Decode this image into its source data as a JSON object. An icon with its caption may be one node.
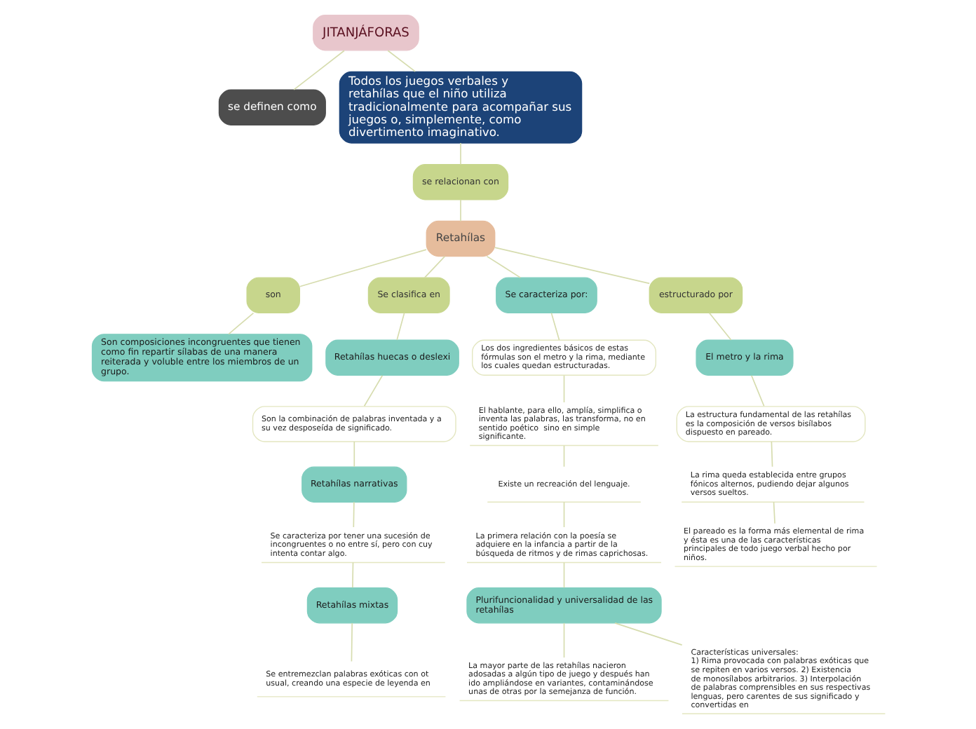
{
  "diagram": {
    "nodes": [
      {
        "text": [
          "se definen como"
        ]
      },
      {
        "text": [
          "Todos los juegos verbales y retahílas que el niño utiliza tradicionalmente para acompañar sus juegos o, simplemente, como divertimento imaginativo."
        ]
      },
      {
        "text": [
          "JITANJÁFORAS"
        ]
      },
      {
        "text": [
          "se relacionan con"
        ]
      },
      {
        "text": [
          "Son composiciones incongruentes que tienen como fin repartir sílabas de una manera reiterada y voluble entre los miembros de un grupo."
        ]
      },
      {
        "text": [
          "son"
        ]
      },
      {
        "text": [
          "Se clasifica en"
        ]
      },
      {
        "text": [
          "Retahílas"
        ]
      },
      {
        "text": [
          "Se caracteriza por:"
        ]
      },
      {
        "text": [
          "estructurado por"
        ]
      },
      {
        "text": [
          "Retahílas huecas o deslexi"
        ]
      },
      {
        "text": [
          "El metro y la rima"
        ]
      },
      {
        "text": [
          "Son la combinación de palabras inventada y a su vez desposeída de significado."
        ]
      },
      {
        "text": [
          "Los dos ingredientes básicos de estas fórmulas son el metro y la rima, mediante los cuales quedan estructuradas."
        ]
      },
      {
        "text": [
          "Retahílas narrativas"
        ]
      },
      {
        "text": [
          "La estructura fundamental de las retahílas es la composición de versos bisílabos dispuesto en pareado."
        ]
      },
      {
        "text": [
          "El hablante, para ello, amplía, simplifica o inventa las palabras, las transforma, no en sentido poético  sino en simple significante."
        ]
      },
      {
        "text": [
          "Se caracteriza por tener una sucesión de incongruentes o no entre sí, pero con cuy intenta contar algo."
        ]
      },
      {
        "text": [
          "La rima queda establecida entre grupos fónicos alternos, pudiendo dejar algunos versos sueltos."
        ]
      },
      {
        "text": [
          "Existe un recreación del lenguaje."
        ]
      },
      {
        "text": [
          "Retahílas mixtas"
        ]
      },
      {
        "text": [
          "La primera relación con la poesía se adquiere en la infancia a partir de la búsqueda de ritmos y de rimas caprichosas."
        ]
      },
      {
        "text": [
          "El pareado es la forma más elemental de rima y ésta es una de las características principales de todo juego verbal hecho por niños."
        ]
      },
      {
        "text": [
          "Se entremezclan palabras exóticas con ot usual, creando una especie de leyenda en"
        ]
      },
      {
        "text": [
          "Plurifuncionalidad y universalidad de las retahílas"
        ]
      },
      {
        "text": [
          "La mayor parte de las retahílas nacieron adosadas a algún tipo de juego y después han ido ampliándose en variantes, contaminándose unas de otras por la semejanza de función."
        ]
      },
      {
        "text": [
          "Características universales:",
          "1) Rima provocada con palabras exóticas que se repiten en varios versos. 2) Existencia de monosílabos arbitrarios. 3) Interpolación de palabras comprensibles en sus respectivas lenguas, pero carentes de sus significado y convertidas en"
        ]
      }
    ],
    "edges": [
      {
        "from": 2,
        "to": 0,
        "arrow": "none"
      },
      {
        "from": 2,
        "to": 1,
        "arrow": "none"
      },
      {
        "from": 1,
        "to": 3,
        "arrow": "none"
      },
      {
        "from": 3,
        "to": 7,
        "arrow": "none"
      },
      {
        "from": 7,
        "to": 5,
        "arrow": "none"
      },
      {
        "from": 5,
        "to": 4,
        "arrow": "none"
      },
      {
        "from": 7,
        "to": 8,
        "arrow": "none"
      },
      {
        "from": 7,
        "to": 9,
        "arrow": "none"
      },
      {
        "from": 9,
        "to": 11,
        "arrow": "none"
      },
      {
        "from": 7,
        "to": 6,
        "arrow": "none"
      },
      {
        "from": 6,
        "to": 10,
        "arrow": "none"
      },
      {
        "from": 8,
        "to": 13,
        "arrow": "none"
      },
      {
        "from": 13,
        "to": 16,
        "arrow": "none"
      },
      {
        "from": 16,
        "to": 19,
        "arrow": "none"
      },
      {
        "from": 19,
        "to": 21,
        "arrow": "none"
      },
      {
        "from": 21,
        "to": 24,
        "arrow": "none"
      },
      {
        "from": 24,
        "to": 25,
        "arrow": "none"
      },
      {
        "from": 24,
        "to": 26,
        "arrow": "none"
      },
      {
        "from": 11,
        "to": 15,
        "arrow": "none"
      },
      {
        "from": 15,
        "to": 18,
        "arrow": "none"
      },
      {
        "from": 18,
        "to": 22,
        "arrow": "none"
      },
      {
        "from": 10,
        "to": 12,
        "arrow": "none"
      },
      {
        "from": 12,
        "to": 14,
        "arrow": "none"
      },
      {
        "from": 14,
        "to": 17,
        "arrow": "none"
      },
      {
        "from": 17,
        "to": 20,
        "arrow": "none"
      },
      {
        "from": 20,
        "to": 23,
        "arrow": "none"
      }
    ]
  }
}
